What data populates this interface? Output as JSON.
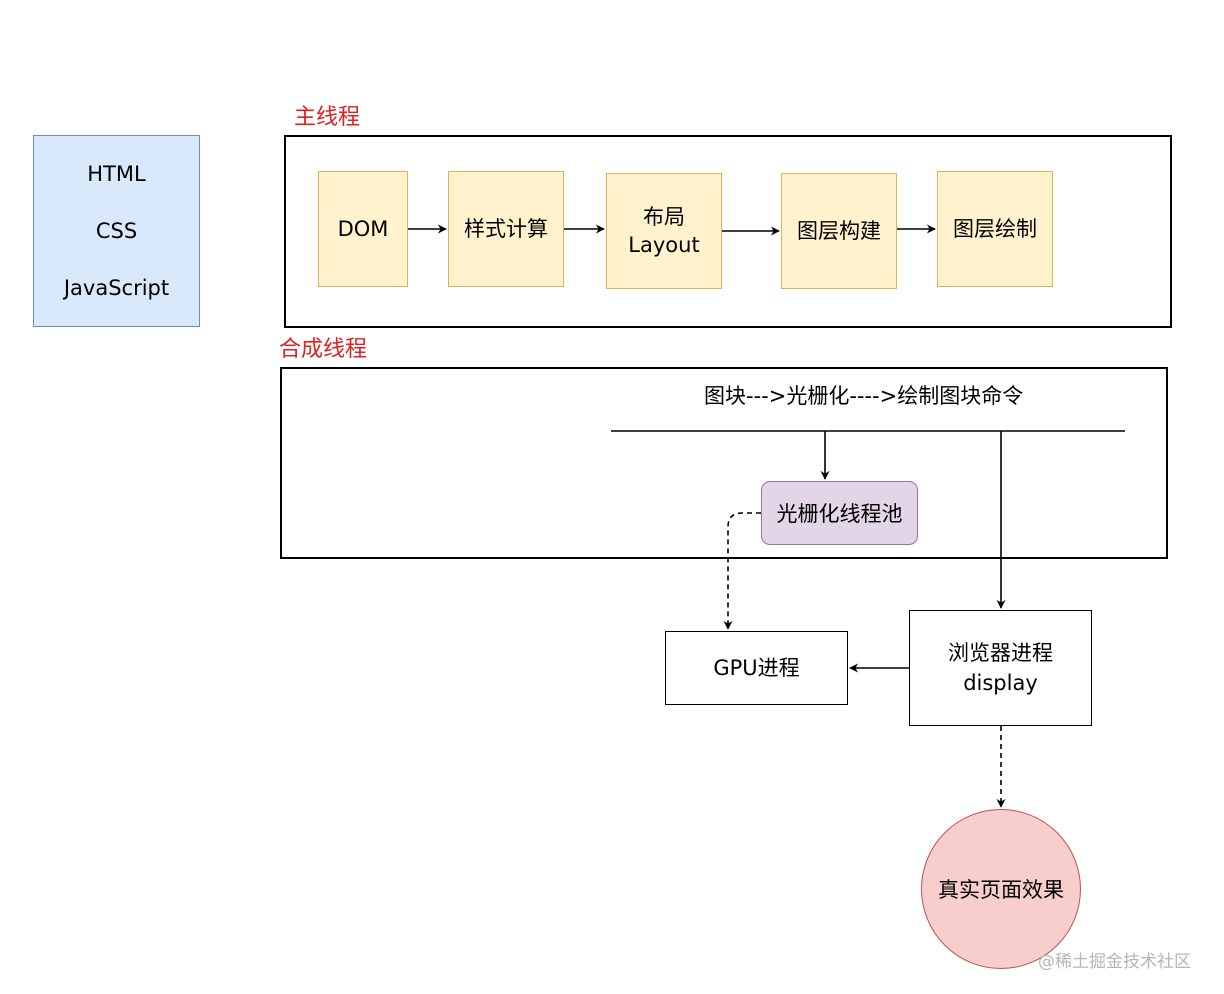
{
  "source_box": {
    "lines": [
      "HTML",
      "CSS",
      "JavaScript"
    ]
  },
  "main_thread": {
    "label": "主线程",
    "steps": [
      {
        "text": "DOM"
      },
      {
        "text": "样式计算"
      },
      {
        "line1": "布局",
        "line2": "Layout"
      },
      {
        "text": "图层构建"
      },
      {
        "text": "图层绘制"
      }
    ]
  },
  "compositor_thread": {
    "label": "合成线程",
    "flow_text": "图块--->光栅化---->绘制图块命令",
    "raster_pool": "光栅化线程池"
  },
  "gpu_process": "GPU进程",
  "browser_process": {
    "line1": "浏览器进程",
    "line2": "display"
  },
  "result": "真实页面效果",
  "watermark": "@稀土掘金技术社区",
  "colors": {
    "source_fill": "#dae8fc",
    "step_fill": "#fff2cc",
    "pool_fill": "#e1d5e7",
    "result_fill": "#f8cecc",
    "label_red": "#e02020"
  }
}
